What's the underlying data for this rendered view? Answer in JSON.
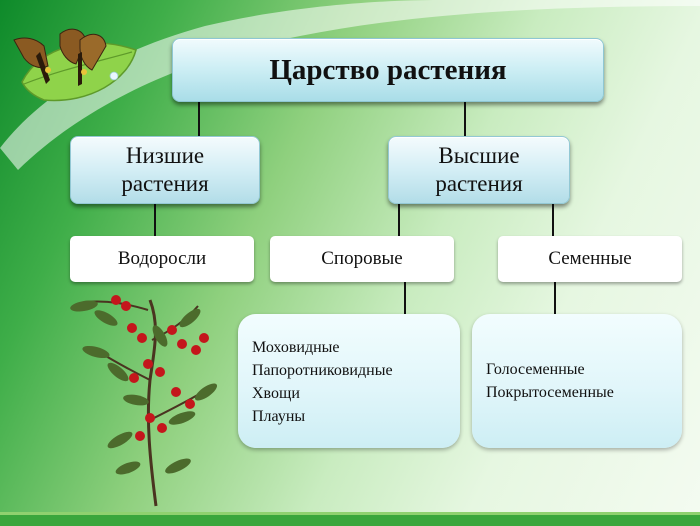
{
  "diagram": {
    "title": "Царство растения",
    "lower": {
      "label": "Низшие\nрастения"
    },
    "higher": {
      "label": "Высшие\nрастения"
    },
    "groups": {
      "algae": "Водоросли",
      "spore": "Споровые",
      "seed": "Семенные"
    },
    "spore_plants": [
      "Моховидные",
      "Папоротниковидные",
      "Хвощи",
      "Плауны"
    ],
    "seed_plants": [
      "Голосеменные",
      "Покрытосеменные"
    ]
  },
  "colors": {
    "background_green": "#0e8a2a",
    "box_blue": "#bfe6ef",
    "berry_red": "#c4161c",
    "leaf_green": "#4c6b2c"
  },
  "decor": {
    "top_left": "butterfly-on-leaf-icon",
    "bottom_left": "rowan-branch-icon"
  }
}
